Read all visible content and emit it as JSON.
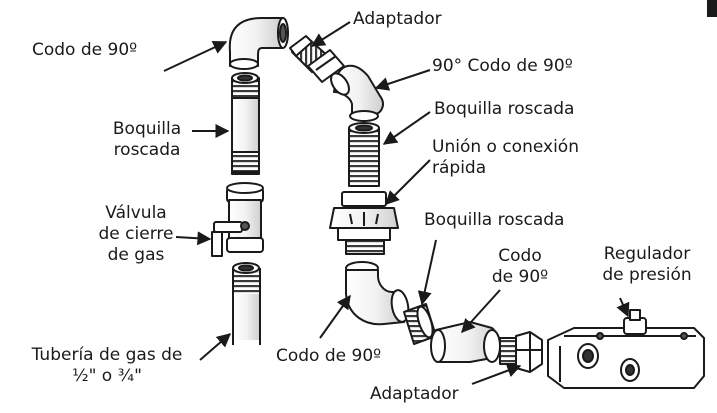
{
  "labels": {
    "codo_top": "Codo de 90º",
    "adaptador_top": "Adaptador",
    "codo_90_right": "90° Codo de 90º",
    "boquilla_right_1": "Boquilla roscada",
    "union_l1": "Unión o conexión",
    "union_l2": "rápida",
    "boquilla_left_l1": "Boquilla",
    "boquilla_left_l2": "roscada",
    "valvula_l1": "Válvula",
    "valvula_l2": "de cierre",
    "valvula_l3": "de gas",
    "boquilla_right_2": "Boquilla roscada",
    "codo_right_l1": "Codo",
    "codo_right_l2": "de 90º",
    "regulador_l1": "Regulador",
    "regulador_l2": "de presión",
    "tuberia_l1": "Tubería de gas de",
    "tuberia_l2": "½\" o ¾\"",
    "codo_bottom": "Codo de 90º",
    "adaptador_bottom": "Adaptador"
  }
}
